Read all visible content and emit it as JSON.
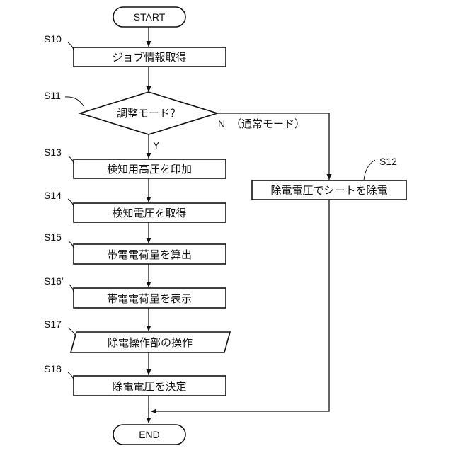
{
  "flowchart": {
    "start": "START",
    "end": "END",
    "steps": {
      "s10": {
        "id": "S10",
        "text": "ジョブ情報取得"
      },
      "s11": {
        "id": "S11",
        "text": "調整モード？"
      },
      "s13": {
        "id": "S13",
        "text": "検知用高圧を印加"
      },
      "s14": {
        "id": "S14",
        "text": "検知電圧を取得"
      },
      "s15": {
        "id": "S15",
        "text": "帯電電荷量を算出"
      },
      "s16": {
        "id": "S16′",
        "text": "帯電電荷量を表示"
      },
      "s17": {
        "id": "S17",
        "text": "除電操作部の操作"
      },
      "s18": {
        "id": "S18",
        "text": "除電電圧を決定"
      },
      "s12": {
        "id": "S12",
        "text": "除電電圧でシートを除電"
      }
    },
    "branches": {
      "yes": "Y",
      "no": "N",
      "no_note": "（通常モード）"
    }
  }
}
